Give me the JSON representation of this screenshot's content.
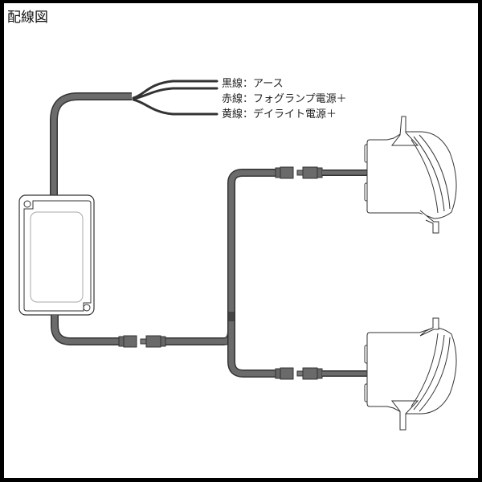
{
  "title": "配線図",
  "wires": [
    {
      "id": "black",
      "label": "黒線：アース"
    },
    {
      "id": "red",
      "label": "赤線：フォグランプ電源＋"
    },
    {
      "id": "yellow",
      "label": "黄線：デイライト電源＋"
    }
  ],
  "colors": {
    "cable": "#666666",
    "cable_outline": "#333333",
    "outline": "#333333",
    "background": "#ffffff",
    "border": "#000000"
  },
  "components": {
    "controller": "control-box",
    "lamp_top": "lamp-unit-upper",
    "lamp_bottom": "lamp-unit-lower",
    "connectors": [
      "connector-main",
      "connector-upper",
      "connector-lower"
    ]
  }
}
